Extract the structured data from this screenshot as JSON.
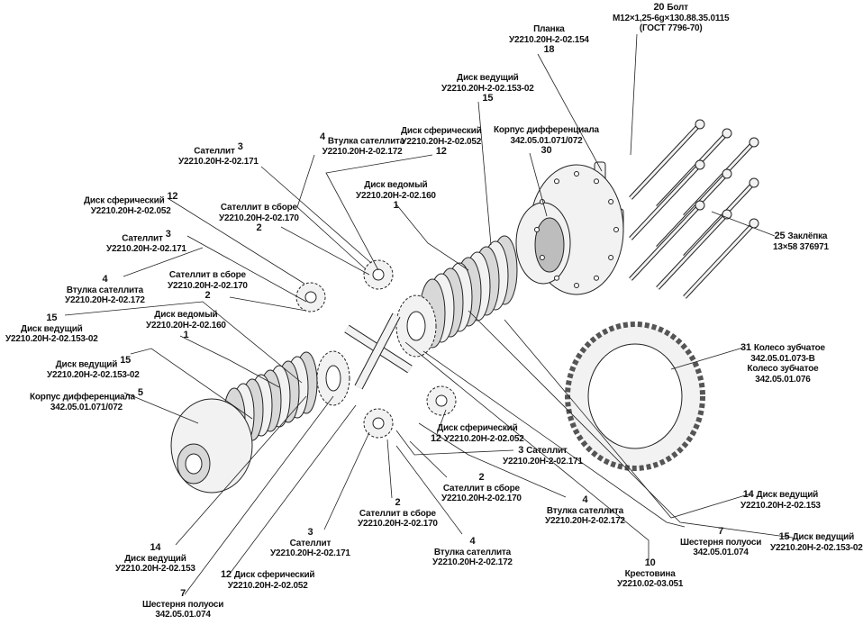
{
  "callouts": [
    {
      "num": "20",
      "lines": [
        "Болт",
        "M12×1,25-6g×130.88.35.0115",
        "(ГОСТ 7796-70)"
      ]
    },
    {
      "num": "18",
      "lines": [
        "Планка",
        "У2210.20Н-2-02.154"
      ]
    },
    {
      "num": "15",
      "lines": [
        "Диск ведущий",
        "У2210.20Н-2-02.153-02"
      ]
    },
    {
      "num": "30",
      "lines": [
        "Корпус дифференциала",
        "342.05.01.071/072"
      ]
    },
    {
      "num": "12",
      "lines": [
        "Диск сферический",
        "У2210.20Н-2-02.052"
      ]
    },
    {
      "num": "4",
      "lines": [
        "Втулка сателлита",
        "У2210.20Н-2-02.172"
      ]
    },
    {
      "num": "3",
      "lines": [
        "Сателлит",
        "У2210.20Н-2-02.171"
      ]
    },
    {
      "num": "2",
      "lines": [
        "Сателлит в сборе",
        "У2210.20Н-2-02.170"
      ]
    },
    {
      "num": "1",
      "lines": [
        "Диск ведомый",
        "У2210.20Н-2-02.160"
      ]
    },
    {
      "num": "12",
      "lines": [
        "Диск сферический",
        "У2210.20Н-2-02.052"
      ]
    },
    {
      "num": "3",
      "lines": [
        "Сателлит",
        "У2210.20Н-2-02.171"
      ]
    },
    {
      "num": "4",
      "lines": [
        "Втулка сателлита",
        "У2210.20Н-2-02.172"
      ]
    },
    {
      "num": "2",
      "lines": [
        "Сателлит в сборе",
        "У2210.20Н-2-02.170"
      ]
    },
    {
      "num": "15",
      "lines": [
        "Диск ведущий",
        "У2210.20Н-2-02.153-02"
      ]
    },
    {
      "num": "1",
      "lines": [
        "Диск ведомый",
        "У2210.20Н-2-02.160"
      ]
    },
    {
      "num": "15",
      "lines": [
        "Диск ведущий",
        "У2210.20Н-2-02.153-02"
      ]
    },
    {
      "num": "5",
      "lines": [
        "Корпус дифференциала",
        "342.05.01.071/072"
      ]
    },
    {
      "num": "25",
      "lines": [
        "Заклёпка",
        "13×58 376971"
      ]
    },
    {
      "num": "31",
      "lines": [
        "Колесо зубчатое",
        "342.05.01.073-В",
        "Колесо зубчатое",
        "342.05.01.076"
      ]
    },
    {
      "num": "12",
      "lines": [
        "Диск сферический",
        "У2210.20Н-2-02.052"
      ]
    },
    {
      "num": "3",
      "lines": [
        "Сателлит",
        "У2210.20Н-2-02.171"
      ]
    },
    {
      "num": "2",
      "lines": [
        "Сателлит в сборе",
        "У2210.20Н-2-02.170"
      ]
    },
    {
      "num": "4",
      "lines": [
        "Втулка сателлита",
        "У2210.20Н-2-02.172"
      ]
    },
    {
      "num": "14",
      "lines": [
        "Диск ведущий",
        "У2210.20Н-2-02.153"
      ]
    },
    {
      "num": "7",
      "lines": [
        "Шестерня полуоси",
        "342.05.01.074"
      ]
    },
    {
      "num": "15",
      "lines": [
        "Диск ведущий",
        "У2210.20Н-2-02.153-02"
      ]
    },
    {
      "num": "10",
      "lines": [
        "Крестовина",
        "У2210.02-03.051"
      ]
    },
    {
      "num": "2",
      "lines": [
        "Сателлит в сборе",
        "У2210.20Н-2-02.170"
      ]
    },
    {
      "num": "3",
      "lines": [
        "Сателлит",
        "У2210.20Н-2-02.171"
      ]
    },
    {
      "num": "4",
      "lines": [
        "Втулка сателлита",
        "У2210.20Н-2-02.172"
      ]
    },
    {
      "num": "14",
      "lines": [
        "Диск ведущий",
        "У2210.20Н-2-02.153"
      ]
    },
    {
      "num": "12",
      "lines": [
        "Диск сферический",
        "У2210.20Н-2-02.052"
      ]
    },
    {
      "num": "7",
      "lines": [
        "Шестерня полуоси",
        "342.05.01.074"
      ]
    }
  ],
  "colors": {
    "line": "#222222",
    "part_fill": "#f2f2f2",
    "shade": "#bdbdbd"
  }
}
